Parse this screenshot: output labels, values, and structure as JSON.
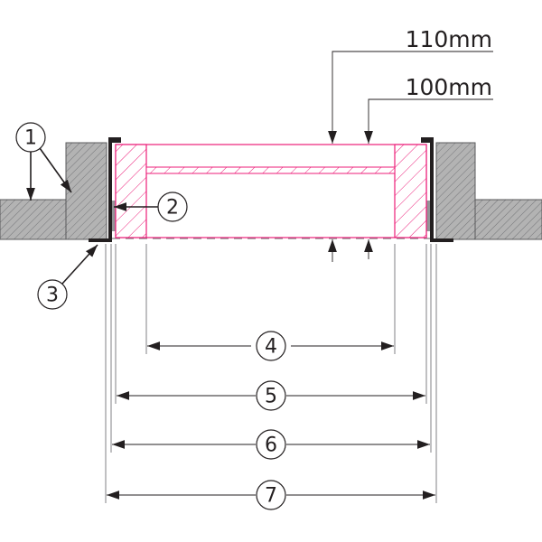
{
  "diagram": {
    "title": "Window/hatch installation cross-section",
    "colors": {
      "wall_fill": "#b3b3b3",
      "wall_stroke": "#58595b",
      "frame_pink": "#ec1e79",
      "bracket_black": "#231f20",
      "gasket_gray": "#939598",
      "dim_line": "#231f20",
      "dashed_line": "#808285"
    },
    "dimensions": {
      "depth_outer": "110mm",
      "depth_inner": "100mm"
    },
    "callouts": [
      {
        "id": "1",
        "label": "1",
        "target": "wall / substrate"
      },
      {
        "id": "2",
        "label": "2",
        "target": "gasket / seal"
      },
      {
        "id": "3",
        "label": "3",
        "target": "L-bracket mounting profile"
      }
    ],
    "width_dimensions": [
      {
        "id": "4",
        "label": "4",
        "span": "inner clear opening"
      },
      {
        "id": "5",
        "label": "5",
        "span": "frame outer width"
      },
      {
        "id": "6",
        "label": "6",
        "span": "bracket width"
      },
      {
        "id": "7",
        "label": "7",
        "span": "wall opening width"
      }
    ]
  }
}
